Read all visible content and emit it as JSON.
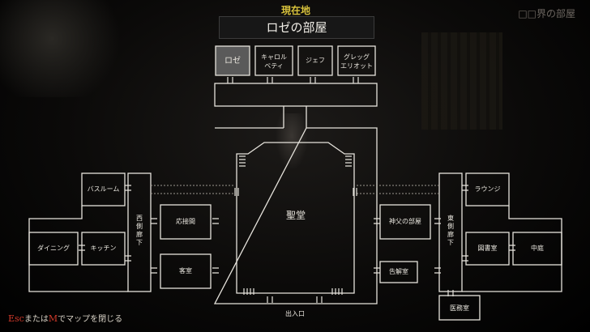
{
  "header": {
    "current_label": "現在地",
    "current_room": "ロゼの部屋",
    "corner_title": "□□界の部屋"
  },
  "rooms": {
    "roze": "ロゼ",
    "carol_line1": "キャロル",
    "carol_line2": "ベティ",
    "jeff": "ジェフ",
    "greg_line1": "グレッグ",
    "greg_line2": "エリオット",
    "bathroom": "バスルーム",
    "west_corridor": "西側廊下",
    "reception": "応接間",
    "guest": "客室",
    "dining": "ダイニング",
    "kitchen": "キッチン",
    "sanctuary": "聖堂",
    "entrance": "出入口",
    "father": "神父の部屋",
    "confession": "告解室",
    "east_corridor": "東側廊下",
    "lounge": "ラウンジ",
    "library": "図書室",
    "courtyard": "中庭",
    "infirmary": "医務室"
  },
  "help": {
    "key1": "Esc",
    "mid1": "または",
    "key2": "M",
    "mid2": "でマップを閉じる"
  },
  "colors": {
    "line": "#e6e3dc",
    "highlight": "#d8c23c",
    "current_room_fill": "#5a5a5a",
    "key_red": "#d23a2b"
  }
}
